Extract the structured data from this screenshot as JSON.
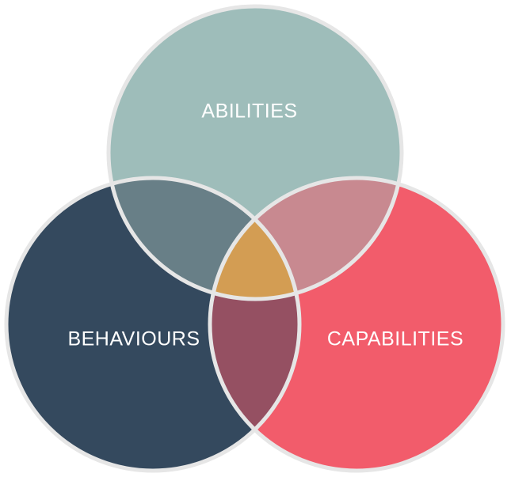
{
  "diagram": {
    "type": "venn",
    "sets": [
      {
        "id": "abilities",
        "label": "ABILITIES",
        "color": "#9EBDBA"
      },
      {
        "id": "behaviours",
        "label": "BEHAVIOURS",
        "color": "#34495E"
      },
      {
        "id": "capabilities",
        "label": "CAPABILITIES",
        "color": "#F25C6B"
      }
    ],
    "overlaps": {
      "abilities_behaviours": "#687F87",
      "abilities_capabilities": "#C88990",
      "behaviours_capabilities": "#955062",
      "all_three": "#D39D53"
    },
    "outline_color": "#E6E6E6",
    "label_color": "#FFFFFF"
  }
}
